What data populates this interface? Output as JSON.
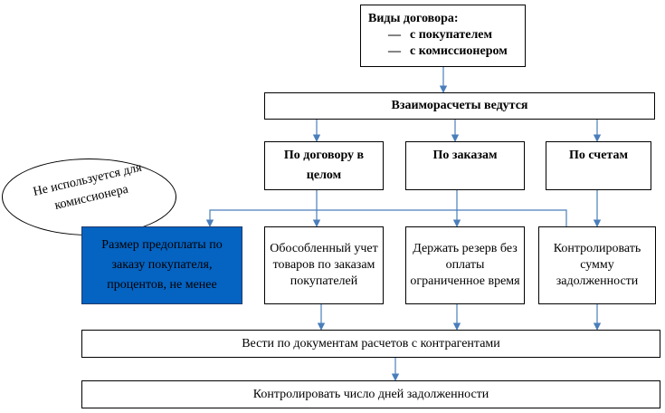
{
  "contract_types": {
    "title": "Виды договора:",
    "dash": "—",
    "items": [
      "с покупателем",
      "с комиссионером"
    ]
  },
  "settlements": "Взаиморасчеты ведутся",
  "modes": {
    "by_contract": "По договору в целом",
    "by_orders": "По заказам",
    "by_invoices": "По счетам"
  },
  "note": "Не используется для комиссионера",
  "options": {
    "prepayment": "Размер предоплаты по заказу покупателя, процентов, не менее",
    "separate_accounting": "Обособленный учет товаров по заказам покупателей",
    "reserve": "Держать резерв без оплаты ограниченное время",
    "control_debt": "Контролировать сумму задолженности"
  },
  "by_documents": "Вести по документам расчетов с контрагентами",
  "control_days": "Контролировать число дней задолженности",
  "colors": {
    "arrow": "#4a7ebb",
    "highlight": "#0563c1"
  }
}
